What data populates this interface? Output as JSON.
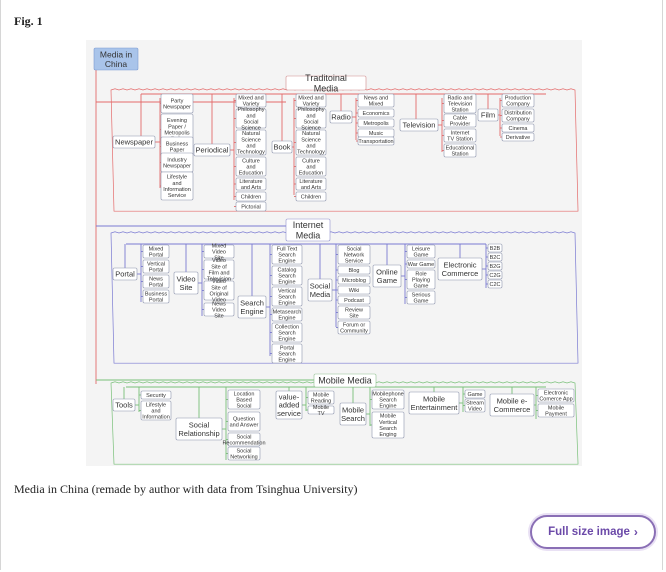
{
  "figure": {
    "label": "Fig. 1",
    "caption": "Media in China (remade by author with data from Tsinghua University)"
  },
  "button": {
    "label": "Full size image",
    "icon": "chevron-right-icon"
  },
  "colors": {
    "root_fill": "#a9c4ea",
    "traditional": "#e46a6a",
    "internet": "#7a7ad2",
    "mobile": "#79c079",
    "box_border": "#8e95ad"
  },
  "diagram": {
    "root": "Media in China",
    "traditional": {
      "title": "Traditoinal Media",
      "items": {
        "t_newspaper": "Newspaper",
        "t_party": "Party Newspaper",
        "t_evening": "Evening Paper / Metropolis Daily",
        "t_business": "Business Paper",
        "t_industry": "Industry Newspaper",
        "t_lifestyle": "Lifestyle and Information Service",
        "t_periodical": "Periodical",
        "t_mixed": "Mixed and Variety",
        "t_philo": "Philosophy and Social Science",
        "t_natural": "Natural Science and Technology",
        "t_culture": "Culture and Education",
        "t_lit": "Literature and Arts",
        "t_children": "Children",
        "t_pictorial": "Pictorial",
        "t_book": "Book",
        "b_mixed": "Mixed and Variety",
        "b_philo": "Philosophy and Social Science",
        "b_natural": "Natural Science and Technology",
        "b_culture": "Culture and Education",
        "b_lit": "Literature and Arts",
        "b_children": "Children",
        "t_radio": "Radio",
        "r_news": "News and Mixed",
        "r_econ": "Economics",
        "r_metro": "Metropolis",
        "r_music": "Music",
        "r_trans": "Transportation",
        "t_tv": "Television",
        "tv_radio": "Radio and Television Station",
        "tv_cable": "Cable Provider",
        "tv_internet": "Internet TV Station",
        "tv_edu": "Educational Station",
        "t_film": "Film",
        "f_prod": "Production Company",
        "f_dist": "Distribution Company",
        "f_cinema": "Cinema",
        "f_deriv": "Derivative"
      }
    },
    "internet": {
      "title": "Internet Media",
      "items": {
        "i_portal": "Portal",
        "p_mixed": "Mixed Portal",
        "p_vertical": "Vertical Portal",
        "p_news": "News Portal",
        "p_business": "Business Portal",
        "i_video": "Video Site",
        "v_mixed": "Mixed Video Site",
        "v_film": "Video Site of Film and Television",
        "v_original": "Video Site of Original Video",
        "v_news": "News Video Site",
        "i_search": "Search Engine",
        "s_full": "Full Text Search Engine",
        "s_catalog": "Catalog Search Engine",
        "s_vertical": "Vertical Search Engine",
        "s_meta": "Metasearch Engine",
        "s_collection": "Collection Search Engine",
        "s_portal": "Portal Search Engine",
        "i_social": "Social Media",
        "so_sns": "Social Network Service",
        "so_blog": "Blog",
        "so_micro": "Microblog",
        "so_wiki": "Wiki",
        "so_podcast": "Podcast",
        "so_review": "Review Site",
        "so_forum": "Forum or Community",
        "i_game": "Online Game",
        "g_leisure": "Leisure Game",
        "g_war": "War Game",
        "g_role": "Role Playing Game",
        "g_serious": "Serious Game",
        "i_ecom": "Electronic Commerce",
        "e_b2b": "B2B",
        "e_b2c": "B2C",
        "e_b2g": "B2G",
        "e_c2g": "C2G",
        "e_c2c": "C2C"
      }
    },
    "mobile": {
      "title": "Mobile Media",
      "items": {
        "m_tools": "Tools",
        "mt_security": "Security",
        "mt_lifestyle": "Lifestyle and Information",
        "m_social": "Social Relationship",
        "ms_location": "Location Based Social",
        "ms_qa": "Question and Answer",
        "ms_rec": "Social Recommendation",
        "ms_net": "Social Networking",
        "m_value": "value-added service",
        "mv_reading": "Mobile Reading",
        "mv_tv": "Mobile TV",
        "m_search": "Mobile Search",
        "mse_phone": "Mobilephone Search Engine",
        "mse_vertical": "Mobile Vertical Search Enging",
        "m_ent": "Mobile Entertainment",
        "me_game": "Game",
        "me_stream": "Stream Video",
        "m_ecom": "Mobile e-Commerce",
        "mec_app": "Electronic Comerce App",
        "mec_pay": "Mobile Payment"
      }
    }
  }
}
